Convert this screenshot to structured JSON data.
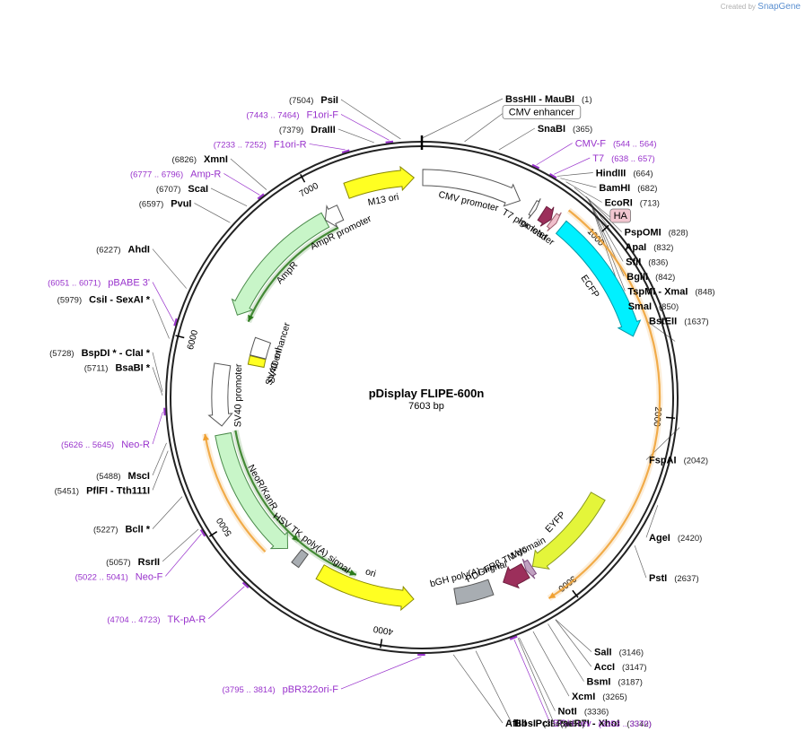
{
  "credit": {
    "prefix": "Created by",
    "brand": "SnapGene"
  },
  "plasmid": {
    "name": "pDisplay FLIPE-600n",
    "size_label": "7603 bp",
    "length": 7603
  },
  "colors": {
    "site_primer": "#9933cc",
    "label": "#000000",
    "backbone": "#222222"
  },
  "ticks": [
    {
      "pos": 1000,
      "label": "1000"
    },
    {
      "pos": 2000,
      "label": "2000"
    },
    {
      "pos": 3000,
      "label": "3000"
    },
    {
      "pos": 4000,
      "label": "4000"
    },
    {
      "pos": 5000,
      "label": "5000"
    },
    {
      "pos": 6000,
      "label": "6000"
    },
    {
      "pos": 7000,
      "label": "7000"
    }
  ],
  "labels": [
    {
      "id": "psi",
      "pos": 7504,
      "kind": "enzyme",
      "name": "PsiI",
      "coord": "(7504)",
      "side": "L"
    },
    {
      "id": "f1ori-f",
      "pos": 7450,
      "kind": "primer",
      "name": "F1ori-F",
      "coord": "(7443 .. 7464)",
      "side": "L"
    },
    {
      "id": "draiii",
      "pos": 7379,
      "kind": "enzyme",
      "name": "DraIII",
      "coord": "(7379)",
      "side": "L"
    },
    {
      "id": "f1ori-r",
      "pos": 7240,
      "kind": "primer",
      "name": "F1ori-R",
      "coord": "(7233 .. 7252)",
      "side": "L"
    },
    {
      "id": "xmni",
      "pos": 6826,
      "kind": "enzyme",
      "name": "XmnI",
      "coord": "(6826)",
      "side": "L"
    },
    {
      "id": "amp-r",
      "pos": 6786,
      "kind": "primer",
      "name": "Amp-R",
      "coord": "(6777 .. 6796)",
      "side": "L"
    },
    {
      "id": "scai",
      "pos": 6707,
      "kind": "enzyme",
      "name": "ScaI",
      "coord": "(6707)",
      "side": "L"
    },
    {
      "id": "pvui",
      "pos": 6597,
      "kind": "enzyme",
      "name": "PvuI",
      "coord": "(6597)",
      "side": "L"
    },
    {
      "id": "ahdi",
      "pos": 6227,
      "kind": "enzyme",
      "name": "AhdI",
      "coord": "(6227)",
      "side": "L"
    },
    {
      "id": "pbabe3",
      "pos": 6061,
      "kind": "primer",
      "name": "pBABE 3'",
      "coord": "(6051 .. 6071)",
      "side": "L"
    },
    {
      "id": "csii",
      "pos": 5979,
      "kind": "enzyme",
      "name": "CsiI  - SexAI *",
      "coord": "(5979)",
      "side": "L"
    },
    {
      "id": "bspdi",
      "pos": 5728,
      "kind": "enzyme",
      "name": "BspDI * - ClaI *",
      "coord": "(5728)",
      "side": "L"
    },
    {
      "id": "bsabi",
      "pos": 5711,
      "kind": "enzyme",
      "name": "BsaBI *",
      "coord": "(5711)",
      "side": "L"
    },
    {
      "id": "neo-r",
      "pos": 5635,
      "kind": "primer",
      "name": "Neo-R",
      "coord": "(5626 .. 5645)",
      "side": "L"
    },
    {
      "id": "msci",
      "pos": 5488,
      "kind": "enzyme",
      "name": "MscI",
      "coord": "(5488)",
      "side": "L"
    },
    {
      "id": "pflfi",
      "pos": 5451,
      "kind": "enzyme",
      "name": "PflFI  - Tth111I",
      "coord": "(5451)",
      "side": "L"
    },
    {
      "id": "bcli",
      "pos": 5227,
      "kind": "enzyme",
      "name": "BclI *",
      "coord": "(5227)",
      "side": "L"
    },
    {
      "id": "rsrii",
      "pos": 5057,
      "kind": "enzyme",
      "name": "RsrII",
      "coord": "(5057)",
      "side": "L"
    },
    {
      "id": "neo-f",
      "pos": 5031,
      "kind": "primer",
      "name": "Neo-F",
      "coord": "(5022 .. 5041)",
      "side": "L"
    },
    {
      "id": "tk-pa-r",
      "pos": 4713,
      "kind": "primer",
      "name": "TK-pA-R",
      "coord": "(4704 .. 4723)",
      "side": "L"
    },
    {
      "id": "pbr322",
      "pos": 3804,
      "kind": "primer",
      "name": "pBR322ori-F",
      "coord": "(3795 .. 3814)",
      "side": "L"
    },
    {
      "id": "afliii",
      "pos": 3654,
      "kind": "enzyme",
      "name": "AflIII  - PciI",
      "coord": "(3654)",
      "side": "R"
    },
    {
      "id": "bbsi",
      "pos": 3548,
      "kind": "enzyme",
      "name": "BbsI",
      "coord": "(3548)",
      "side": "R"
    },
    {
      "id": "bgh-rev",
      "pos": 3361,
      "kind": "primer",
      "name": "BGH-rev",
      "coord": "(3353 .. 3370)",
      "side": "R"
    },
    {
      "id": "paer7i",
      "pos": 3342,
      "kind": "enzyme",
      "name": "PaeR7I  - XhoI",
      "coord": "(3342)",
      "side": "R"
    },
    {
      "id": "noti",
      "pos": 3336,
      "kind": "enzyme",
      "name": "NotI",
      "coord": "(3336)",
      "side": "R"
    },
    {
      "id": "xcmi",
      "pos": 3265,
      "kind": "enzyme",
      "name": "XcmI",
      "coord": "(3265)",
      "side": "R"
    },
    {
      "id": "bsmi",
      "pos": 3187,
      "kind": "enzyme",
      "name": "BsmI",
      "coord": "(3187)",
      "side": "R"
    },
    {
      "id": "acci",
      "pos": 3147,
      "kind": "enzyme",
      "name": "AccI",
      "coord": "(3147)",
      "side": "R"
    },
    {
      "id": "sali",
      "pos": 3146,
      "kind": "enzyme",
      "name": "SalI",
      "coord": "(3146)",
      "side": "R"
    },
    {
      "id": "psti",
      "pos": 2637,
      "kind": "enzyme",
      "name": "PstI",
      "coord": "(2637)",
      "side": "R"
    },
    {
      "id": "agei",
      "pos": 2420,
      "kind": "enzyme",
      "name": "AgeI",
      "coord": "(2420)",
      "side": "R"
    },
    {
      "id": "fspai",
      "pos": 2042,
      "kind": "enzyme",
      "name": "FspAI",
      "coord": "(2042)",
      "side": "R"
    },
    {
      "id": "bsteii",
      "pos": 1637,
      "kind": "enzyme",
      "name": "BstEII",
      "coord": "(1637)",
      "side": "R"
    },
    {
      "id": "smai",
      "pos": 850,
      "kind": "enzyme",
      "name": "SmaI",
      "coord": "(850)",
      "side": "R"
    },
    {
      "id": "tspmi",
      "pos": 848,
      "kind": "enzyme",
      "name": "TspMI  - XmaI",
      "coord": "(848)",
      "side": "R"
    },
    {
      "id": "bglii",
      "pos": 842,
      "kind": "enzyme",
      "name": "BglII",
      "coord": "(842)",
      "side": "R"
    },
    {
      "id": "sfii",
      "pos": 836,
      "kind": "enzyme",
      "name": "SfiI",
      "coord": "(836)",
      "side": "R"
    },
    {
      "id": "apai",
      "pos": 832,
      "kind": "enzyme",
      "name": "ApaI",
      "coord": "(832)",
      "side": "R"
    },
    {
      "id": "pspomi",
      "pos": 828,
      "kind": "enzyme",
      "name": "PspOMI",
      "coord": "(828)",
      "side": "R"
    },
    {
      "id": "ha",
      "pos": 760,
      "kind": "feature-tag",
      "name": "HA",
      "coord": "",
      "side": "R"
    },
    {
      "id": "ecori",
      "pos": 713,
      "kind": "enzyme",
      "name": "EcoRI",
      "coord": "(713)",
      "side": "R"
    },
    {
      "id": "bamhi",
      "pos": 682,
      "kind": "enzyme",
      "name": "BamHI",
      "coord": "(682)",
      "side": "R"
    },
    {
      "id": "hindiii",
      "pos": 664,
      "kind": "enzyme",
      "name": "HindIII",
      "coord": "(664)",
      "side": "R"
    },
    {
      "id": "t7",
      "pos": 647,
      "kind": "primer",
      "name": "T7",
      "coord": "(638 .. 657)",
      "side": "R"
    },
    {
      "id": "cmv-f",
      "pos": 554,
      "kind": "primer",
      "name": "CMV-F",
      "coord": "(544 .. 564)",
      "side": "R"
    },
    {
      "id": "snabi",
      "pos": 365,
      "kind": "enzyme",
      "name": "SnaBI",
      "coord": "(365)",
      "side": "R"
    },
    {
      "id": "cmv-enh",
      "pos": 200,
      "kind": "feature-box",
      "name": "CMV enhancer",
      "coord": "",
      "side": "R"
    },
    {
      "id": "bsshii",
      "pos": 1,
      "kind": "enzyme",
      "name": "BssHII  - MauBI",
      "coord": "(1)",
      "side": "R"
    }
  ],
  "features": [
    {
      "id": "cmv-promoter",
      "name": "CMV promoter",
      "start": 5,
      "end": 560,
      "ring": 0.86,
      "fill": "#ffffff",
      "stroke": "#555555",
      "dir": 1
    },
    {
      "id": "t7-promoter",
      "name": "T7 promoter",
      "start": 640,
      "end": 660,
      "ring": 0.86,
      "fill": "#ffffff",
      "stroke": "#555555",
      "dir": 1
    },
    {
      "id": "igk-leader",
      "name": "Igκ leader",
      "start": 700,
      "end": 760,
      "ring": 0.86,
      "fill": "#9c2f5b",
      "stroke": "#6d1f3f",
      "dir": 1
    },
    {
      "id": "ha-tag",
      "name": "",
      "start": 765,
      "end": 795,
      "ring": 0.86,
      "fill": "#f0c0cc",
      "stroke": "#a06070",
      "dir": 1
    },
    {
      "id": "ecfp",
      "name": "ECFP",
      "start": 830,
      "end": 1560,
      "ring": 0.86,
      "fill": "#00f0ff",
      "stroke": "#009aa8",
      "dir": 1
    },
    {
      "id": "eyfp",
      "name": "EYFP",
      "start": 2520,
      "end": 3100,
      "ring": 0.79,
      "fill": "#e4f53a",
      "stroke": "#8a9a1f",
      "dir": 1
    },
    {
      "id": "myc",
      "name": "Myc",
      "start": 3105,
      "end": 3145,
      "ring": 0.79,
      "fill": "#c0a0c0",
      "stroke": "#805080",
      "dir": 1
    },
    {
      "id": "pdgfr",
      "name": "PDGFRβ TM domain",
      "start": 3150,
      "end": 3300,
      "ring": 0.79,
      "fill": "#9c2f5b",
      "stroke": "#6d1f3f",
      "dir": 1
    },
    {
      "id": "bgh",
      "name": "bGH poly(A) signal",
      "start": 3380,
      "end": 3600,
      "ring": 0.79,
      "fill": "#a8adb2",
      "stroke": "#555555",
      "dir": 0
    },
    {
      "id": "ori",
      "name": "ori",
      "start": 3850,
      "end": 4440,
      "ring": 0.79,
      "fill": "#ffff22",
      "stroke": "#888800",
      "dir": -1
    },
    {
      "id": "hsv-tk",
      "name": "HSV TK poly(A) signal",
      "start": 4560,
      "end": 4610,
      "ring": 0.79,
      "fill": "#a8adb2",
      "stroke": "#555555",
      "dir": 0
    },
    {
      "id": "neor",
      "name": "NeoR/KanR",
      "start": 4680,
      "end": 5480,
      "ring": 0.79,
      "fill": "#c8f5c8",
      "stroke": "#4a8a4a",
      "dir": -1
    },
    {
      "id": "sv40-promoter",
      "name": "SV40 promoter",
      "start": 5530,
      "end": 5900,
      "ring": 0.79,
      "fill": "#ffffff",
      "stroke": "#555555",
      "dir": -1
    },
    {
      "id": "ampr",
      "name": "AmpR",
      "start": 6210,
      "end": 7000,
      "ring": 0.79,
      "fill": "#c8f5c8",
      "stroke": "#4a8a4a",
      "dir": -1
    },
    {
      "id": "ampr-promoter",
      "name": "AmpR promoter",
      "start": 7000,
      "end": 7100,
      "ring": 0.79,
      "fill": "#ffffff",
      "stroke": "#555555",
      "dir": -1
    },
    {
      "id": "m13-ori",
      "name": "M13 ori",
      "start": 7180,
      "end": 7560,
      "ring": 0.86,
      "fill": "#ffff22",
      "stroke": "#888800",
      "dir": 1
    },
    {
      "id": "sv40-ori",
      "name": "SV40 ori",
      "start": 5930,
      "end": 5990,
      "ring": 0.66,
      "fill": "#ffff22",
      "stroke": "#888800",
      "dir": 0
    },
    {
      "id": "sv40-enhancer",
      "name": "SV40 enhancer",
      "start": 5995,
      "end": 6120,
      "ring": 0.66,
      "fill": "#ffffff",
      "stroke": "#555555",
      "dir": 0
    }
  ],
  "orfs": [
    {
      "id": "orf-ecfp",
      "start": 805,
      "end": 3120,
      "ring": 0.93,
      "color": "#f0a030",
      "dir": 1
    },
    {
      "id": "orf-amp",
      "start": 6200,
      "end": 7050,
      "ring": 0.74,
      "color": "#2a7a1a",
      "dir": -1
    },
    {
      "id": "orf-neo",
      "start": 4660,
      "end": 5490,
      "ring": 0.74,
      "color": "#2a7a1a",
      "dir": -1
    },
    {
      "id": "orf-neo2",
      "start": 4760,
      "end": 5500,
      "ring": 0.86,
      "color": "#f0a030",
      "dir": 1
    },
    {
      "id": "orf-sv40",
      "start": 4230,
      "end": 4690,
      "ring": 0.74,
      "color": "#2a7a1a",
      "dir": -1
    }
  ]
}
